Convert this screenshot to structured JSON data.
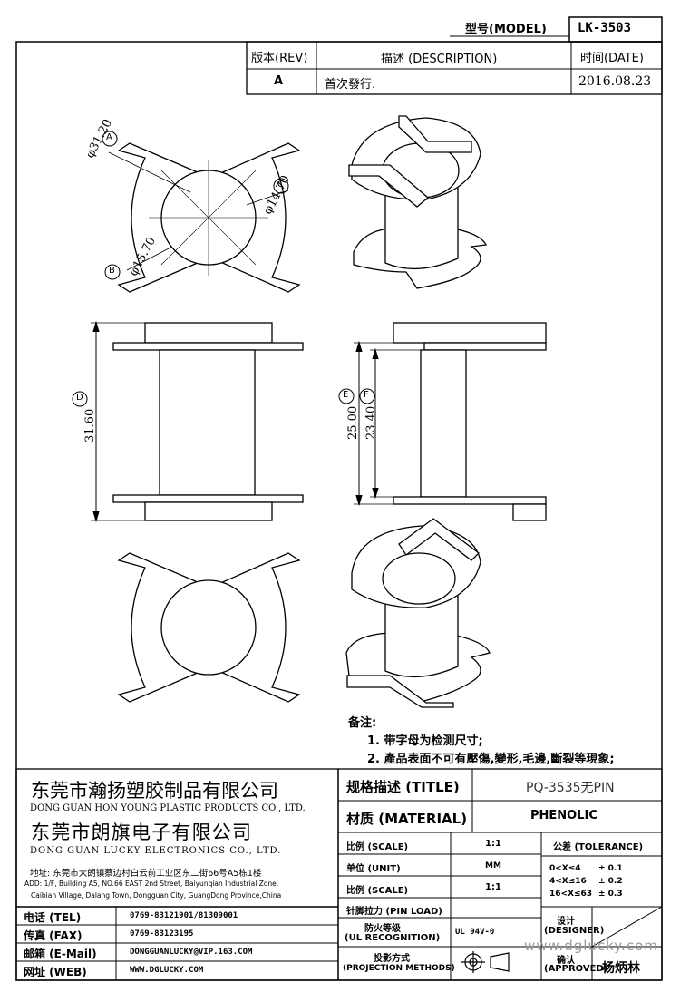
{
  "header": {
    "model_label": "型号(MODEL)",
    "model_value": "LK-3503",
    "rev_col": "版本(REV)",
    "desc_col": "描述 (DESCRIPTION)",
    "date_col": "时间(DATE)",
    "rev_value": "A",
    "desc_value": "首次發行.",
    "date_value": "2016.08.23"
  },
  "drawing": {
    "marks": {
      "a": "A",
      "b": "B",
      "c": "C",
      "d": "D",
      "e": "E",
      "f": "F"
    },
    "dims": {
      "a": "φ31.20",
      "b": "φ15.70",
      "c": "φ14.70",
      "d": "31.60",
      "e": "25.00",
      "f": "23.40"
    }
  },
  "notes": {
    "title": "备注:",
    "items": [
      "1. 带字母为检测尺寸;",
      "2. 產品表面不可有壓傷,變形,毛邊,斷裂等現象;"
    ]
  },
  "company": {
    "cn1": "东莞市瀚扬塑胶制品有限公司",
    "en1": "DONG GUAN HON YOUNG PLASTIC PRODUCTS CO., LTD.",
    "cn2": "东莞市朗旗电子有限公司",
    "en2": "DONG GUAN LUCKY ELECTRONICS CO., LTD.",
    "addr_cn": "地址: 东莞市大朗镇蔡边村白云前工业区东二街66号A5栋1楼",
    "addr_en1": "ADD: 1/F, Building A5, NO.66 EAST 2nd Street, Baiyunqian Industrial Zone,",
    "addr_en2": "Caibian Village, Dalang Town, Dongguan City, GuangDong Province,China"
  },
  "contact": {
    "tel_label": "电话 (TEL)",
    "tel_value": "0769-83121901/81309001",
    "fax_label": "传真 (FAX)",
    "fax_value": "0769-83123195",
    "mail_label": "邮箱 (E-Mail)",
    "mail_value": "DONGGUANLUCKY@VIP.163.COM",
    "web_label": "网址 (WEB)",
    "web_value": "WWW.DGLUCKY.COM"
  },
  "spec": {
    "title_label": "规格描述 (TITLE)",
    "title_value": "PQ-3535无PIN",
    "material_label": "材质 (MATERIAL)",
    "material_value": "PHENOLIC",
    "scale_label": "比例 (SCALE)",
    "scale_value": "1:1",
    "unit_label": "单位 (UNIT)",
    "unit_value": "MM",
    "scale2_label": "比例 (SCALE)",
    "scale2_value": "1:1",
    "pin_label": "针脚拉力 (PIN LOAD)",
    "ul_label_1": "防火等级",
    "ul_label_2": "(UL RECOGNITION)",
    "ul_value": "UL 94V-0",
    "proj_label_1": "投影方式",
    "proj_label_2": "(PROJECTION METHODS)",
    "tol_title": "公差 (TOLERANCE)",
    "tol": [
      {
        "range": "0<X≤4",
        "val": "± 0.1"
      },
      {
        "range": "4<X≤16",
        "val": "± 0.2"
      },
      {
        "range": "16<X≤63",
        "val": "± 0.3"
      }
    ],
    "designer_1": "设计",
    "designer_2": "(DESIGNER)",
    "approved_1": "确认",
    "approved_2": "(APPROVED)",
    "approver": "杨炳林",
    "watermark": "www.dglucky.com"
  }
}
